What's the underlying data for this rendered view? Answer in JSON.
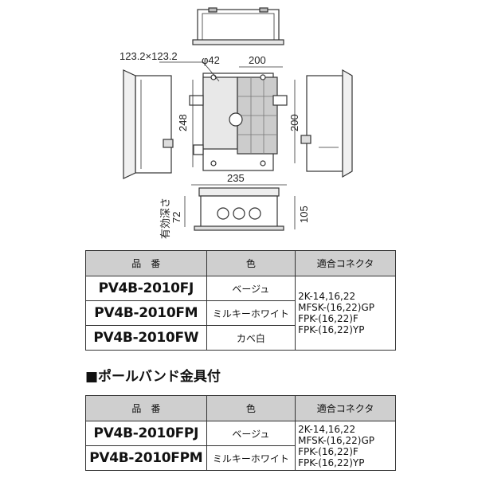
{
  "dimensions": {
    "square": "123.2×123.2",
    "hole": "φ42",
    "width_top": "200",
    "height_left": "248",
    "height_right": "200",
    "width_bottom": "235",
    "depth_label": "有効深さ",
    "depth": "72",
    "depth_total": "105"
  },
  "table1": {
    "headers": [
      "品　番",
      "色",
      "適合コネクタ"
    ],
    "rows": [
      {
        "model": "PV4B-2010FJ",
        "color": "ベージュ"
      },
      {
        "model": "PV4B-2010FM",
        "color": "ミルキーホワイト"
      },
      {
        "model": "PV4B-2010FW",
        "color": "カベ白"
      }
    ],
    "connectors": [
      "2K-14,16,22",
      "MFSK-(16,22)GP",
      "FPK-(16,22)F",
      "FPK-(16,22)YP"
    ]
  },
  "section_heading": "■ポールバンド金具付",
  "table2": {
    "headers": [
      "品　番",
      "色",
      "適合コネクタ"
    ],
    "rows": [
      {
        "model": "PV4B-2010FPJ",
        "color": "ベージュ"
      },
      {
        "model": "PV4B-2010FPM",
        "color": "ミルキーホワイト"
      }
    ],
    "connectors": [
      "2K-14,16,22",
      "MFSK-(16,22)GP",
      "FPK-(16,22)F",
      "FPK-(16,22)YP"
    ]
  }
}
